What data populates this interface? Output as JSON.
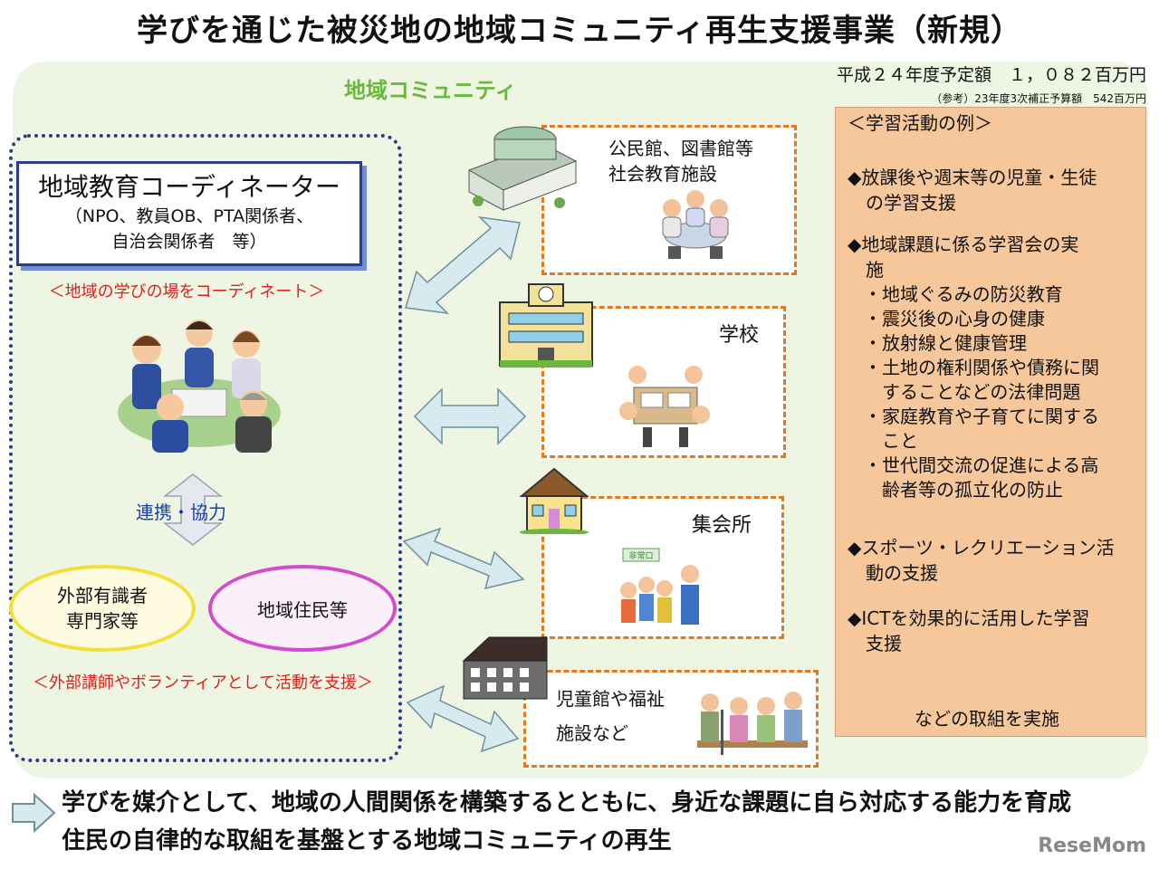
{
  "title": "学びを通じた被災地の地域コミュニティ再生支援事業（新規）",
  "community_label": "地域コミュニティ",
  "budget": {
    "main": "平成２４年度予定額　１，０８２百万円",
    "reference": "（参考）23年度3次補正予算額　542百万円"
  },
  "coordinator": {
    "title": "地域教育コーディネーター",
    "sub1": "（NPO、教員OB、PTA関係者、",
    "sub2": "自治会関係者　等）",
    "note": "＜地域の学びの場をコーディネート＞"
  },
  "collaboration": "連携・協力",
  "external_experts": {
    "line1": "外部有識者",
    "line2": "専門家等"
  },
  "residents": "地域住民等",
  "support_note": "＜外部講師やボランティアとして活動を支援＞",
  "facilities": {
    "public": {
      "line1": "公民館、図書館等",
      "line2": "社会教育施設"
    },
    "school": "学校",
    "meeting": "集会所",
    "welfare": {
      "line1": "児童館や福祉",
      "line2": "施設など"
    },
    "exit_sign": "非常口"
  },
  "examples": {
    "header": "＜学習活動の例＞",
    "items": [
      {
        "lines": [
          "◆放課後や週末等の児童・生徒",
          "　の学習支援"
        ],
        "subs": []
      },
      {
        "lines": [
          "◆地域課題に係る学習会の実",
          "　施"
        ],
        "subs": [
          [
            "・地域ぐるみの防災教育"
          ],
          [
            "・震災後の心身の健康"
          ],
          [
            "・放射線と健康管理"
          ],
          [
            "・土地の権利関係や債務に関",
            "　することなどの法律問題"
          ],
          [
            "・家庭教育や子育てに関する",
            "　こと"
          ],
          [
            "・世代間交流の促進による高",
            "　齢者等の孤立化の防止"
          ]
        ]
      },
      {
        "lines": [
          "◆スポーツ・レクリエーション活",
          "　動の支援"
        ],
        "subs": []
      },
      {
        "lines": [
          "◆ICTを効果的に活用した学習",
          "　支援"
        ],
        "subs": []
      }
    ],
    "footer": "などの取組を実施"
  },
  "bottom": {
    "line1": "学びを媒介として、地域の人間関係を構築するとともに、身近な課題に自ら対応する能力を育成",
    "line2": "住民の自律的な取組を基盤とする地域コミュニティの再生"
  },
  "logo": "ReseMom",
  "colors": {
    "community_bg": "#eef6e3",
    "community_label": "#6ab83c",
    "navy": "#2a3a8c",
    "orange": "#e2791f",
    "red_note": "#e0201c",
    "collab_blue": "#1a3fb0",
    "arrow_fill": "#d7eaf0",
    "arrow_stroke": "#6e8f9c",
    "panel_fill": "#f6c79b"
  }
}
